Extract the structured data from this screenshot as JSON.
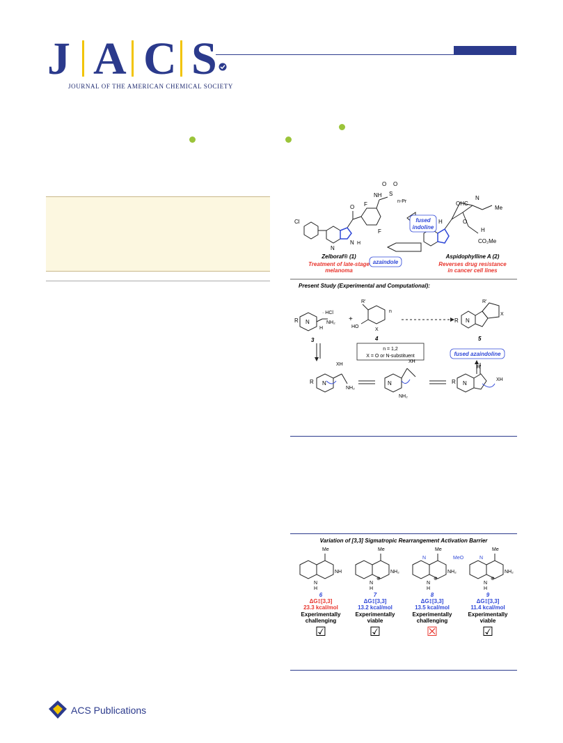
{
  "journal": {
    "letters": [
      "J",
      "A",
      "C",
      "S"
    ],
    "subtitle": "JOURNAL OF THE AMERICAN CHEMICAL SOCIETY"
  },
  "figure1": {
    "zelboraf": {
      "name": "Zelboraf® (1)",
      "desc1": "Treatment of late-stage",
      "desc2": "melanoma",
      "label_azaindole": "azaindole",
      "atoms": {
        "cl": "Cl",
        "n1": "N",
        "n2": "N",
        "h": "H",
        "o": "O",
        "f1": "F",
        "f2": "F",
        "nh": "NH",
        "s": "S",
        "o1": "O",
        "o2": "O",
        "npr": "n-Pr"
      }
    },
    "aspidophylline": {
      "name": "Aspidophylline A (2)",
      "desc1": "Reverses drug resistance",
      "desc2": "in cancer cell lines",
      "label1": "fused",
      "label2": "indoline",
      "atoms": {
        "ohc": "OHC",
        "n": "N",
        "o": "O",
        "h1": "H",
        "h2": "H",
        "n2": "N",
        "me": "Me",
        "co2me": "CO₂Me"
      }
    },
    "present_study": "Present Study (Experimental and Computational):",
    "cmpd3": "3",
    "cmpd4": "4",
    "cmpd5": "5",
    "hcl": "· HCl",
    "nh2": "NH₂",
    "n_label": "n = 1,2",
    "x_label": "X = O or N-substituent",
    "fused_azaindoline": "fused azaindoline",
    "atoms": {
      "r": "R",
      "n": "N",
      "h": "H",
      "rprime": "R'",
      "ho": "HO",
      "x": "X",
      "xh": "XH",
      "nsub": "n",
      "plus": "+"
    }
  },
  "figure2": {
    "title": "Variation of [3,3] Sigmatropic Rearrangement Activation Barrier",
    "items": [
      {
        "num": "6",
        "dg": "ΔG‡[3,3]",
        "kcal": "23.3 kcal/mol",
        "l1": "Experimentally",
        "l2": "challenging",
        "check": "☑"
      },
      {
        "num": "7",
        "dg": "ΔG‡[3,3]",
        "kcal": "13.2 kcal/mol",
        "l1": "Experimentally",
        "l2": "viable",
        "check": "☑"
      },
      {
        "num": "8",
        "dg": "ΔG‡[3,3]",
        "kcal": "13.5 kcal/mol",
        "l1": "Experimentally",
        "l2": "challenging",
        "check": "☒"
      },
      {
        "num": "9",
        "dg": "ΔG‡[3,3]",
        "kcal": "11.4 kcal/mol",
        "l1": "Experimentally",
        "l2": "viable",
        "check": "☑"
      }
    ],
    "atoms": {
      "me": "Me",
      "nh": "NH",
      "n": "N",
      "h": "H",
      "nh2": "NH₂",
      "meo": "MeO",
      "plus": "⊕"
    }
  },
  "publisher": "ACS Publications",
  "colors": {
    "navy": "#2b3a8c",
    "red": "#e8342c",
    "blue": "#2f48d8",
    "gold": "#f2c400"
  }
}
